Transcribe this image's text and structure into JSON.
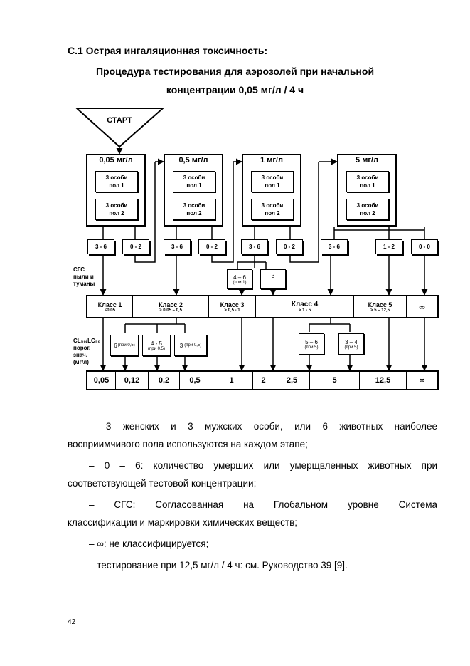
{
  "heading": "С.1 Острая ингаляционная токсичность:",
  "subtitle_line1": "Процедура тестирования для аэрозолей при начальной",
  "subtitle_line2": "концентрации 0,05 мг/л / 4 ч",
  "flowchart": {
    "start": "СТАРТ",
    "steps": [
      {
        "conc": "0,05 мг/л",
        "animals1": "3 особи",
        "sex1": "пол 1",
        "animals2": "3 особи",
        "sex2": "пол 2"
      },
      {
        "conc": "0,5 мг/л",
        "animals1": "3 особи",
        "sex1": "пол 1",
        "animals2": "3 особи",
        "sex2": "пол 2"
      },
      {
        "conc": "1 мг/л",
        "animals1": "3 особи",
        "sex1": "пол 1",
        "animals2": "3 особи",
        "sex2": "пол 2"
      },
      {
        "conc": "5 мг/л",
        "animals1": "3 особи",
        "sex1": "пол 1",
        "animals2": "3 особи",
        "sex2": "пол 2"
      }
    ],
    "outcomes": [
      "3 - 6",
      "0 - 2",
      "3 - 6",
      "0 - 2",
      "3 - 6",
      "0 - 2",
      "3 - 6",
      "1 - 2",
      "0 - 0"
    ],
    "mid_note_a": {
      "value": "4 – 6",
      "sub": "(при 1)"
    },
    "mid_note_b": {
      "value": "3"
    },
    "ghs_label": [
      "СГС",
      "пыли и",
      "туманы"
    ],
    "classes": [
      {
        "name": "Класс 1",
        "range": "≤0,05"
      },
      {
        "name": "Класс 2",
        "range": "> 0,05 – 0,5"
      },
      {
        "name": "Класс 3",
        "range": "> 0,5 - 1"
      },
      {
        "name": "Класс 4",
        "range": "> 1 - 5"
      },
      {
        "name": "Класс 5",
        "range": "> 5 – 12,5"
      },
      {
        "name": "∞",
        "range": ""
      }
    ],
    "lc_label": [
      "CL₅₀/LC₅₀",
      "порог.",
      "знач.",
      "(мг/л)"
    ],
    "lower_notes": [
      {
        "value": "6",
        "sub": "(при 0,5)"
      },
      {
        "value": "4 - 5",
        "sub": "(при 0,5)"
      },
      {
        "value": "3",
        "sub": "(при 0,5)"
      },
      {
        "value": "5 – 6",
        "sub": "(при 5)"
      },
      {
        "value": "3 – 4",
        "sub": "(при 5)"
      }
    ],
    "cutoffs": [
      "0,05",
      "0,12",
      "0,2",
      "0,5",
      "1",
      "2",
      "2,5",
      "5",
      "12,5",
      "∞"
    ]
  },
  "notes": {
    "n1_line1": "– 3 женских и 3 мужских особи, или 6 животных наиболее",
    "n1_line2": "восприимчивого пола используются на каждом этапе;",
    "n2_line1": "– 0 – 6: количество умерших или умерщвленных животных при",
    "n2_line2": "соответствующей тестовой концентрации;",
    "n3_line1": "– СГС: Согласованная на Глобальном уровне Система",
    "n3_line2": "классификации и маркировки химических веществ;",
    "n4": "– ∞: не классифицируется;",
    "n5": "– тестирование при 12,5 мг/л / 4 ч: см. Руководство 39 [9]."
  },
  "page_number": "42"
}
